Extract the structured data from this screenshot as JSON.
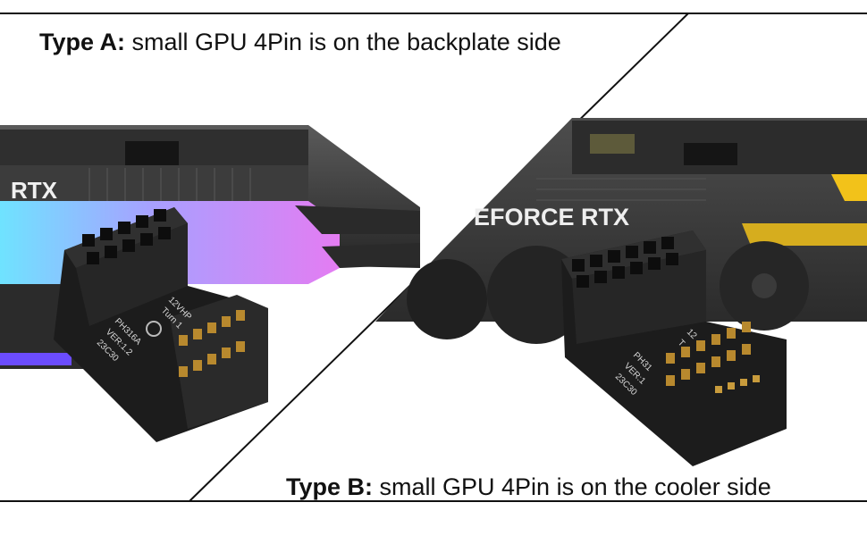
{
  "caption_a": {
    "label": "Type A:",
    "text": " small GPU 4Pin is on the backplate side"
  },
  "caption_b": {
    "label": "Type B:",
    "text": " small GPU 4Pin is on the cooler side"
  },
  "left_card": {
    "brand": "RTX"
  },
  "right_card": {
    "brand": "EFORCE RTX"
  },
  "adapter_a_print": [
    "12VHP",
    "Turn 1",
    "PH316A",
    "VER:1.2",
    "23C30"
  ],
  "adapter_b_print": [
    "12",
    "T",
    "PH31",
    "VER:1",
    "23C30"
  ],
  "colors": {
    "frame": "#111111",
    "card": "#3a3a3a",
    "adapter": "#1f1f1f",
    "rgb": "#c07cf0",
    "accent": "#f2c21a"
  }
}
